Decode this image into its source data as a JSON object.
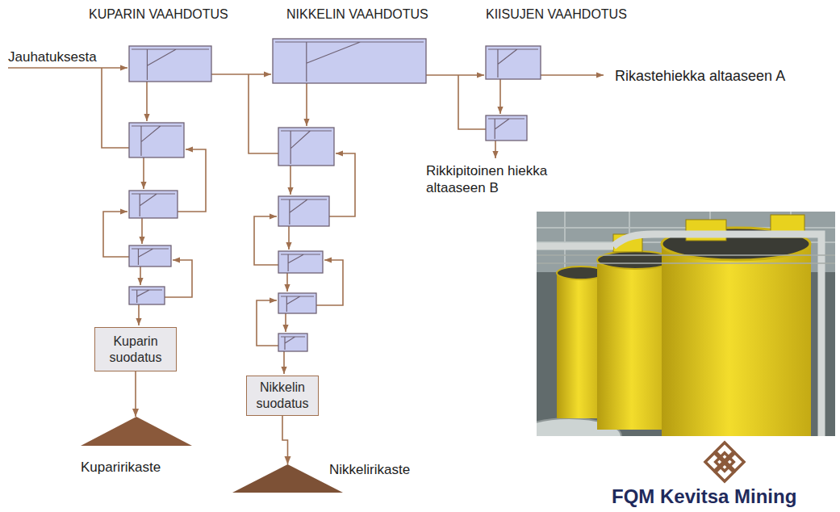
{
  "diagram": {
    "nodes": [
      {
        "text": [
          "Kuparin suodatus"
        ]
      },
      {
        "text": [
          "Kuparirikaste"
        ]
      },
      {
        "text": [
          "Nikkelin suodatus"
        ]
      },
      {
        "text": [
          "Nikkelirikaste"
        ]
      }
    ],
    "edges": [
      {
        "from": 0,
        "to": 1,
        "arrow": "to"
      },
      {
        "from": 2,
        "to": 3,
        "arrow": "to"
      }
    ],
    "labels": [
      "KUPARIN VAAHDOTUS",
      "NIKKELIN VAAHDOTUS",
      "KIISUJEN VAAHDOTUS",
      "Jauhatuksesta",
      "Rikastehiekka altaaseen A",
      "Rikkipitoinen hiekka altaaseen B",
      "FQM Kevitsa Mining"
    ]
  }
}
